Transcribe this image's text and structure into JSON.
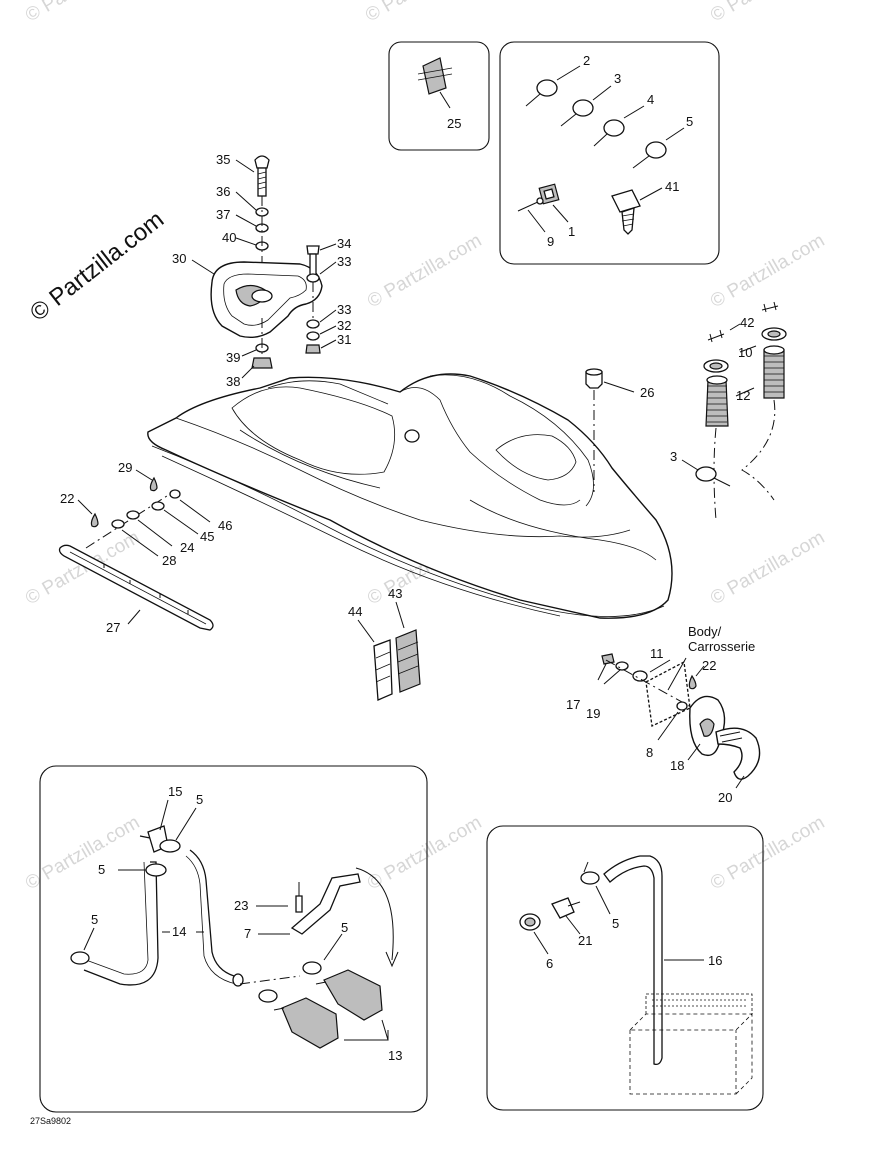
{
  "watermark": "© Partzilla.com",
  "brand_watermark": "© Partzilla.com",
  "drawing_code": "27Sa9802",
  "body_label": {
    "line1": "Body/",
    "line2": "Carrosserie"
  },
  "callouts": {
    "c25": "25",
    "c2": "2",
    "c3": "3",
    "c4": "4",
    "c5": "5",
    "c41": "41",
    "c1": "1",
    "c9": "9",
    "c35": "35",
    "c36": "36",
    "c37": "37",
    "c40": "40",
    "c30": "30",
    "c34": "34",
    "c33a": "33",
    "c33b": "33",
    "c32": "32",
    "c31": "31",
    "c39": "39",
    "c38": "38",
    "c42": "42",
    "c10": "10",
    "c12": "12",
    "c26": "26",
    "c3b": "3",
    "c29": "29",
    "c22": "22",
    "c46": "46",
    "c45": "45",
    "c24": "24",
    "c28": "28",
    "c27": "27",
    "c43": "43",
    "c44": "44",
    "c11": "11",
    "c22b": "22",
    "c17": "17",
    "c19": "19",
    "c8": "8",
    "c18": "18",
    "c20": "20",
    "c15": "15",
    "c5a": "5",
    "c5b": "5",
    "c5c": "5",
    "c5d": "5",
    "c14": "14",
    "c23": "23",
    "c7": "7",
    "c13": "13",
    "c5e": "5",
    "c21": "21",
    "c6": "6",
    "c16": "16"
  }
}
